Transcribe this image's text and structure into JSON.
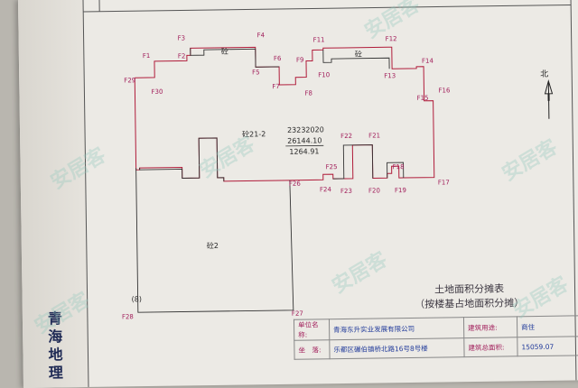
{
  "plan": {
    "points": [
      "F1",
      "F2",
      "F3",
      "F4",
      "F5",
      "F6",
      "F7",
      "F8",
      "F9",
      "F10",
      "F11",
      "F12",
      "F13",
      "F14",
      "F15",
      "F16",
      "F17",
      "F18",
      "F19",
      "F20",
      "F21",
      "F22",
      "F23",
      "F24",
      "F25",
      "F26",
      "F27",
      "F28",
      "F29",
      "F30"
    ],
    "parcel_labels": {
      "top_left": "砼",
      "top_right": "砼",
      "main": "砼21-2",
      "lower": "砼2",
      "corner": "(8)"
    },
    "area_code": "23232020",
    "area_fraction_top": "26144.10",
    "area_fraction_bottom": "1264.91"
  },
  "north_label": "北",
  "side_title": "青海地理",
  "table": {
    "title": "土地面积分摊表",
    "subtitle": "（按楼基占地面积分摊）",
    "rows": [
      {
        "k1": "单位名称:",
        "v1": "青海东升实业发展有限公司",
        "k2": "建筑用途:",
        "v2": "商住"
      },
      {
        "k1": "坐　落:",
        "v1": "乐都区碾伯镇桥北路16号8号楼",
        "k2": "建筑总面积:",
        "v2": "15059.07"
      }
    ]
  },
  "watermark_text": "安居客"
}
